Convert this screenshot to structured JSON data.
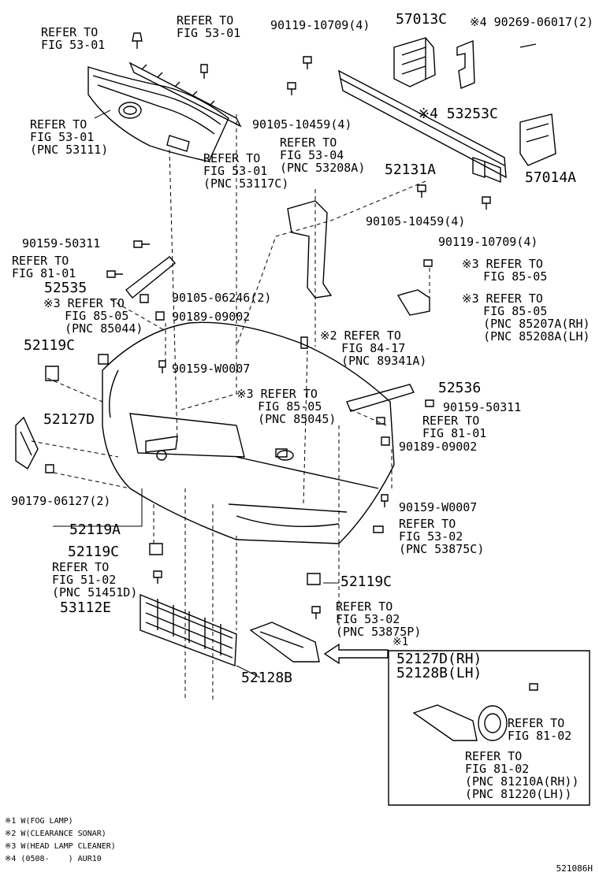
{
  "labels": {
    "refer_53_01_a": "REFER TO\nFIG 53-01",
    "refer_53_01_b": "REFER TO\nFIG 53-01",
    "refer_53_01_c": "REFER TO\nFIG 53-01\n(PNC 53111)",
    "refer_53_01_d": "REFER TO\nFIG 53-01\n(PNC 53117C)",
    "refer_53_04": "REFER TO\nFIG 53-04\n(PNC 53208A)",
    "p90119_10709_top": "90119-10709(4)",
    "p57013c": "57013C",
    "p90269": "※4 90269-06017(2)",
    "p90105_10459_top": "90105-10459(4)",
    "p53253c": "※4 53253C",
    "p52131a": "52131A",
    "p57014a": "57014A",
    "p90105_10459_bot": "90105-10459(4)",
    "p90119_10709_bot": "90119-10709(4)",
    "p90159_50311_left": "90159-50311",
    "refer_81_01_left": "REFER TO\nFIG 81-01",
    "p52535": "52535",
    "refer_85_05_a": "※3 REFER TO\n   FIG 85-05\n   (PNC 85044)",
    "p90105_06246": "90105-06246(2)",
    "p90189_09002_top": "90189-09002",
    "p52119c_left": "52119C",
    "p90159_w0007_top": "90159-W0007",
    "refer_85_05_b": "※3 REFER TO\n   FIG 85-05",
    "refer_85_05_c": "※3 REFER TO\n   FIG 85-05\n   (PNC 85207A(RH)\n   (PNC 85208A(LH)",
    "refer_84_17": "※2 REFER TO\n   FIG 84-17\n   (PNC 89341A)",
    "refer_85_05_d": "※3 REFER TO\n   FIG 85-05\n   (PNC 85045)",
    "p52536": "52536",
    "p90159_50311_right": "90159-50311",
    "refer_81_01_right": "REFER TO\nFIG 81-01",
    "p52127d": "52127D",
    "p90189_09002_bot": "90189-09002",
    "p90179_06127": "90179-06127(2)",
    "p90159_w0007_bot": "90159-W0007",
    "p52119a": "52119A",
    "refer_53_02_a": "REFER TO\nFIG 53-02\n(PNC 53875C)",
    "p52119c_mid": "52119C",
    "refer_51_02": "REFER TO\nFIG 51-02\n(PNC 51451D)",
    "p53112e": "53112E",
    "p52119c_right": "52119C",
    "refer_53_02_b": "REFER TO\nFIG 53-02\n(PNC 53875P)",
    "inset_mark": "※1",
    "inset_title": "52127D(RH)\n52128B(LH)",
    "refer_81_02_a": "REFER TO\nFIG 81-02",
    "refer_81_02_b": "REFER TO\nFIG 81-02\n(PNC 81210A(RH))\n(PNC 81220(LH))",
    "p52128b": "52128B"
  },
  "notes": [
    "※1 W(FOG LAMP)",
    "※2 W(CLEARANCE SONAR)",
    "※3 W(HEAD LAMP CLEANER)",
    "※4 (0508-    ) AUR10"
  ],
  "diagram_code": "521086H"
}
